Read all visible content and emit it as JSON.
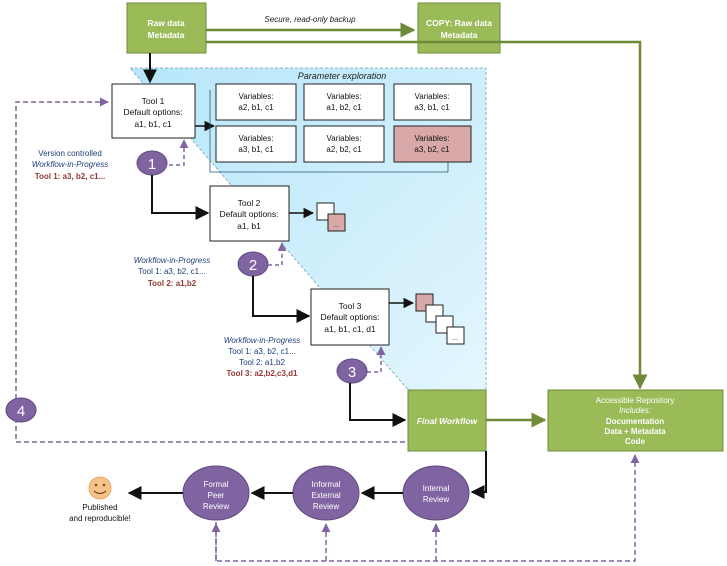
{
  "colors": {
    "green": "#9bbb59",
    "green_arrow": "#6f8b3a",
    "purple": "#8064a2",
    "purple_dashed": "#8064a2",
    "param_bg": "#c9ecfb",
    "highlight_variant": "#d9a8a8",
    "navy_text": "#1f3d7a",
    "red_text": "#953735"
  },
  "raw_data": {
    "line1": "Raw data",
    "line2": "Metadata"
  },
  "backup_label": "Secure, read-only backup",
  "copy_data": {
    "line1": "COPY: Raw data",
    "line2": "Metadata"
  },
  "parameter_exploration": "Parameter exploration",
  "tool1": {
    "name": "Tool 1",
    "options_label": "Default options:",
    "options": "a1, b1, c1"
  },
  "tool2": {
    "name": "Tool 2",
    "options_label": "Default options:",
    "options": "a1, b1"
  },
  "tool3": {
    "name": "Tool 3",
    "options_label": "Default options:",
    "options": "a1, b1, c1, d1"
  },
  "variables": [
    {
      "label": "Variables:",
      "values": "a2, b1, c1"
    },
    {
      "label": "Variables:",
      "values": "a1, b2, c1"
    },
    {
      "label": "Variables:",
      "values": "a3, b1, c1"
    },
    {
      "label": "Variables:",
      "values": "a3, b1, c1"
    },
    {
      "label": "Variables:",
      "values": "a2, b2, c1"
    },
    {
      "label": "Variables:",
      "values": "a3, b2, c1"
    }
  ],
  "ellipsis": "...",
  "steps": [
    "1",
    "2",
    "3",
    "4"
  ],
  "wip1": {
    "line1": "Version controlled",
    "line2": "Workflow-in-Progress",
    "line3": "Tool 1: a3, b2, c1..."
  },
  "wip2": {
    "title": "Workflow-in-Progress",
    "line1": "Tool 1: a3, b2, c1...",
    "line2": "Tool 2: a1,b2"
  },
  "wip3": {
    "title": "Workflow-in-Progress",
    "line1": "Tool 1: a3, b2, c1...",
    "line2": "Tool 2: a1,b2",
    "line3": "Tool 3: a2,b2,c3,d1"
  },
  "final_workflow": "Final Workflow",
  "repository": {
    "line1": "Accessible Repository",
    "line2": "Includes:",
    "line3": "Documentation",
    "line4": "Data + Metadata",
    "line5": "Code"
  },
  "reviews": {
    "internal": {
      "line1": "Internal",
      "line2": "Review"
    },
    "informal": {
      "line1": "Informal",
      "line2": "External",
      "line3": "Review"
    },
    "formal": {
      "line1": "Formal",
      "line2": "Peer",
      "line3": "Review"
    }
  },
  "published": {
    "line1": "Published",
    "line2": "and reproducible!"
  },
  "smiley_icon": "smiley-face-icon"
}
